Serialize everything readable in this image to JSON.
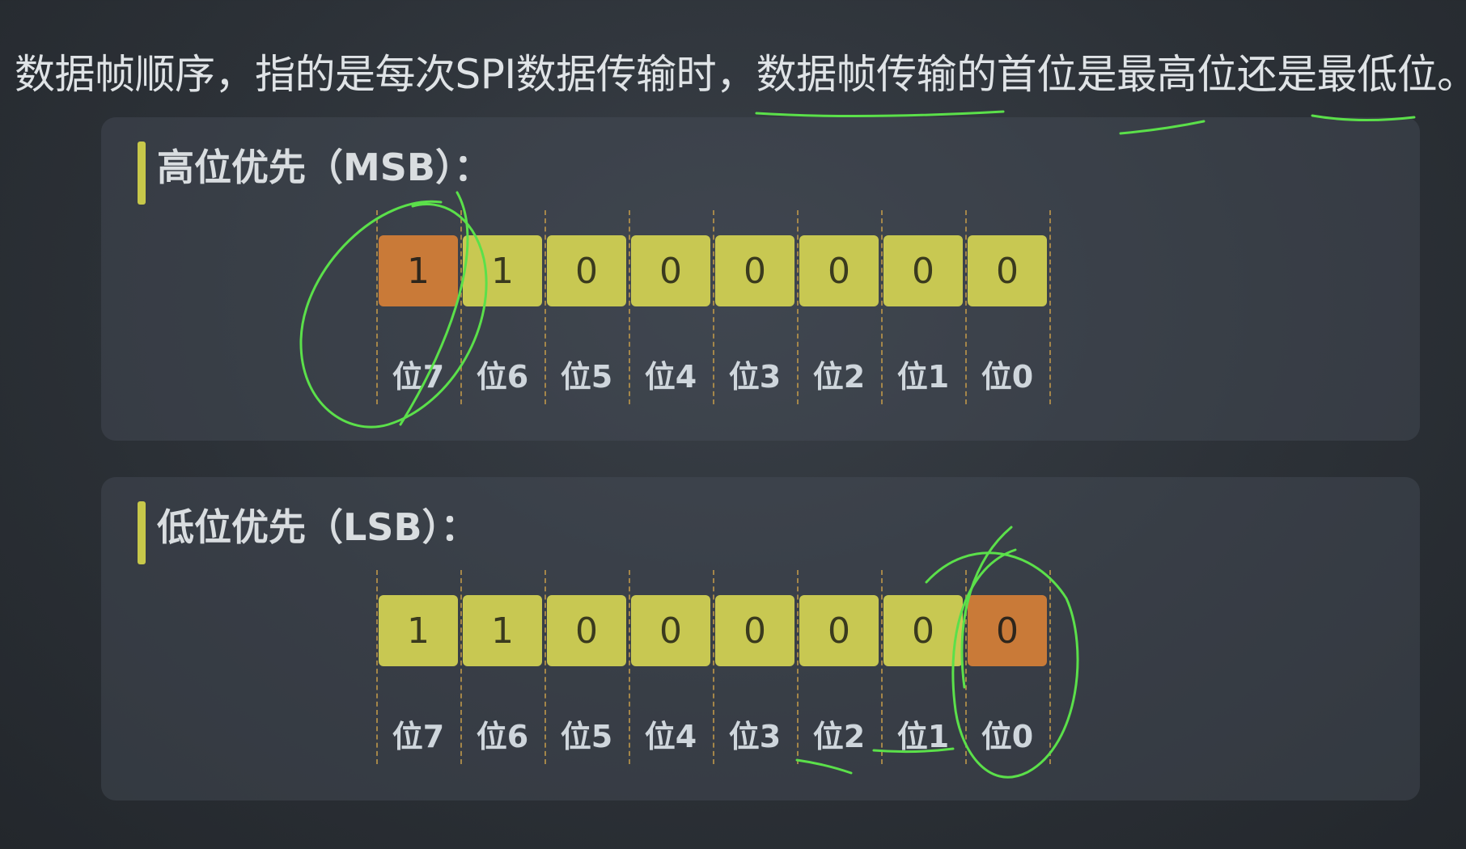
{
  "headline": "数据帧顺序，指的是每次SPI数据传输时，数据帧传输的首位是最高位还是最低位。",
  "panels": [
    {
      "title": "高位优先（MSB）：",
      "bits": [
        "1",
        "1",
        "0",
        "0",
        "0",
        "0",
        "0",
        "0"
      ],
      "labels": [
        "位7",
        "位6",
        "位5",
        "位4",
        "位3",
        "位2",
        "位1",
        "位0"
      ],
      "highlight_index": 0
    },
    {
      "title": "低位优先（LSB）：",
      "bits": [
        "1",
        "1",
        "0",
        "0",
        "0",
        "0",
        "0",
        "0"
      ],
      "labels": [
        "位7",
        "位6",
        "位5",
        "位4",
        "位3",
        "位2",
        "位1",
        "位0"
      ],
      "highlight_index": 7
    }
  ],
  "colors": {
    "cell": "#c8c852",
    "highlight": "#c97a38",
    "accent_bar": "#c7c84a",
    "annotation": "#5be04a"
  }
}
